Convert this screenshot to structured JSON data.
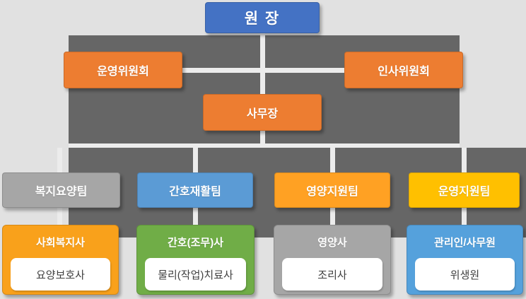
{
  "colors": {
    "page_background": "#e1e1e1",
    "panel": "#666666",
    "connector_line": "#ececec",
    "director_blue": "#4472c4",
    "committee_orange": "#ed7d31",
    "office_manager_orange": "#ed7d31",
    "team_gray": "#a6a6a6",
    "team_blue": "#5b9bd5",
    "team_orange": "#ffa123",
    "team_yellow": "#ffc000",
    "staff_orange": "#f9a11b",
    "staff_green": "#70ad47",
    "staff_gray": "#a6a6a6",
    "staff_blue": "#55a1dc"
  },
  "org_chart": {
    "director": {
      "label": "원 장"
    },
    "committees": [
      {
        "label": "운영위원회"
      },
      {
        "label": "인사위원회"
      }
    ],
    "office_manager": {
      "label": "사무장"
    },
    "teams": [
      {
        "label": "복지요양팀"
      },
      {
        "label": "간호재활팀"
      },
      {
        "label": "영양지원팀"
      },
      {
        "label": "운영지원팀"
      }
    ],
    "staff_groups": [
      {
        "label": "사회복지사",
        "sub_label": "요양보호사"
      },
      {
        "label": "간호(조무)사",
        "sub_label": "물리(작업)치료사"
      },
      {
        "label": "영양사",
        "sub_label": "조리사"
      },
      {
        "label": "관리인/사무원",
        "sub_label": "위생원"
      }
    ]
  }
}
